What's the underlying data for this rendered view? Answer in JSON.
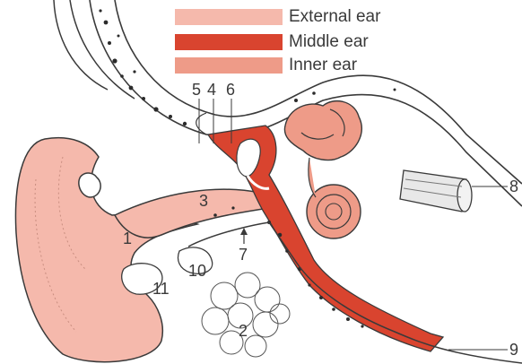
{
  "legend": [
    {
      "label": "External ear",
      "color": "#f5b9ac"
    },
    {
      "label": "Middle ear",
      "color": "#d9442f"
    },
    {
      "label": "Inner ear",
      "color": "#ee9b88"
    }
  ],
  "labels": {
    "n1": "1",
    "n2": "2",
    "n3": "3",
    "n4": "4",
    "n5": "5",
    "n6": "6",
    "n7": "7",
    "n8": "8",
    "n9": "9",
    "n10": "10",
    "n11": "11"
  },
  "colors": {
    "external": "#f5b9ac",
    "middle": "#d9442f",
    "inner": "#ee9b88",
    "line": "#3a3a3a",
    "bone_dots": "#2b2b2b",
    "nerve": "#e8e8e8"
  }
}
